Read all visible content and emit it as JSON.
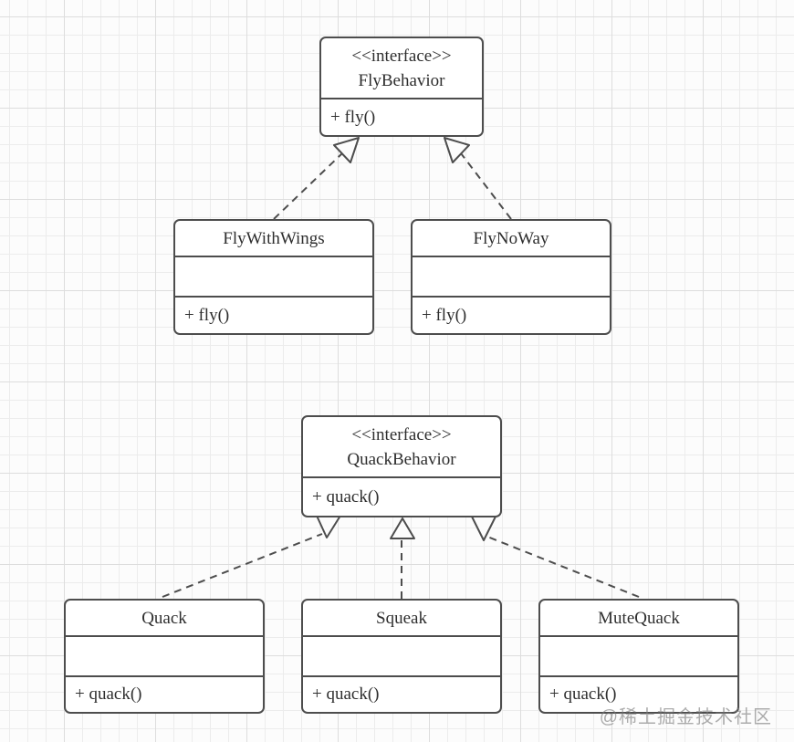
{
  "diagram": {
    "watermark": "@稀土掘金技术社区",
    "interfaces": {
      "fly": {
        "stereotype": "<<interface>>",
        "name": "FlyBehavior",
        "method": "+ fly()"
      },
      "quack": {
        "stereotype": "<<interface>>",
        "name": "QuackBehavior",
        "method": "+ quack()"
      }
    },
    "classes": {
      "fly_with_wings": {
        "name": "FlyWithWings",
        "attributes": "",
        "method": "+ fly()"
      },
      "fly_no_way": {
        "name": "FlyNoWay",
        "attributes": "",
        "method": "+ fly()"
      },
      "quack": {
        "name": "Quack",
        "attributes": "",
        "method": "+ quack()"
      },
      "squeak": {
        "name": "Squeak",
        "attributes": "",
        "method": "+ quack()"
      },
      "mute_quack": {
        "name": "MuteQuack",
        "attributes": "",
        "method": "+ quack()"
      }
    },
    "relationships": [
      {
        "from": "FlyWithWings",
        "to": "FlyBehavior",
        "type": "realization"
      },
      {
        "from": "FlyNoWay",
        "to": "FlyBehavior",
        "type": "realization"
      },
      {
        "from": "Quack",
        "to": "QuackBehavior",
        "type": "realization"
      },
      {
        "from": "Squeak",
        "to": "QuackBehavior",
        "type": "realization"
      },
      {
        "from": "MuteQuack",
        "to": "QuackBehavior",
        "type": "realization"
      }
    ]
  }
}
